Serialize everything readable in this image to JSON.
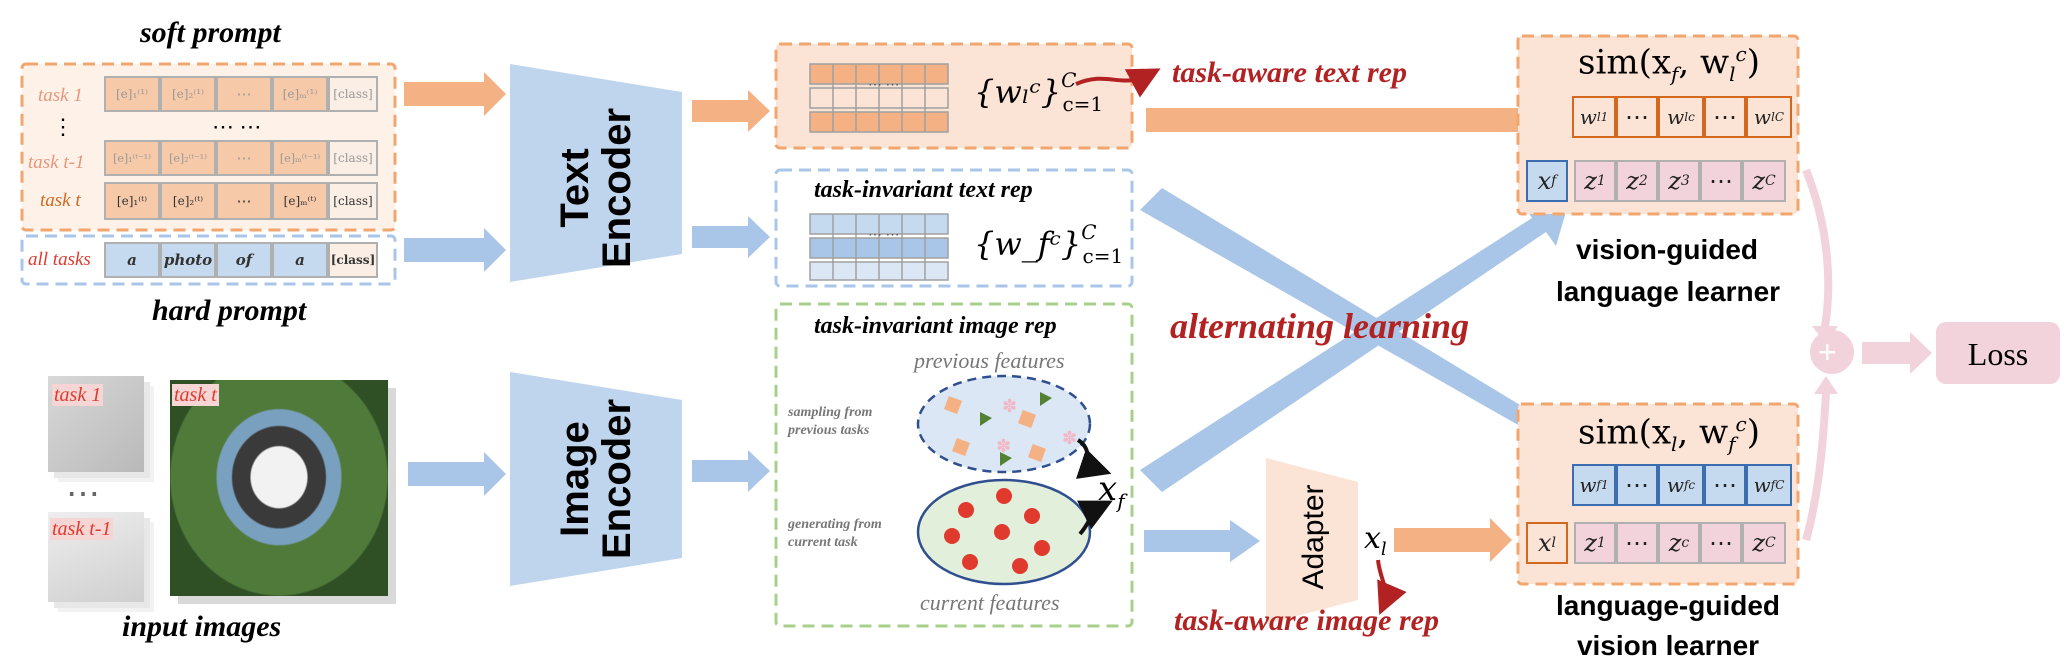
{
  "soft_prompt": {
    "title": "soft prompt",
    "task_labels": [
      "task 1",
      "⋮",
      "task t-1",
      "task t"
    ],
    "dots_row": "⋯ ⋯"
  },
  "hard_prompt": {
    "title": "hard prompt",
    "label": "all tasks",
    "tokens": [
      "a",
      "photo",
      "of",
      "a",
      "[class]"
    ]
  },
  "text_encoder": {
    "label": "Text\nEncoder"
  },
  "image_encoder": {
    "label": "Image\nEncoder"
  },
  "input_images": {
    "title": "input images",
    "tags": [
      "task 1",
      "task t",
      "task t-1"
    ],
    "dots": "⋯"
  },
  "task_aware_text": {
    "math": "{wₗᶜ}",
    "range": "C",
    "sub": "c=1",
    "label": "task-aware text rep"
  },
  "task_invariant_text": {
    "label": "task-invariant text rep",
    "math": "{w_fᶜ}",
    "range": "C",
    "sub": "c=1"
  },
  "task_invariant_image": {
    "label": "task-invariant image rep",
    "previous_features": "previous features",
    "current_features": "current features",
    "sampling": "sampling from\nprevious tasks",
    "generating": "generating from\ncurrent task",
    "xf": "x",
    "xf_sub": "f"
  },
  "alternating": {
    "label": "alternating learning"
  },
  "adapter": {
    "label": "Adapter",
    "xl": "x",
    "xl_sub": "l",
    "rep_label": "task-aware image rep"
  },
  "vision_guided": {
    "sim": "sim(x",
    "sim_sub1": "f",
    "sim_mid": ", w",
    "sim_sub2": "l",
    "sim_sup2": "c",
    "sim_end": ")",
    "label_line1": "vision-guided",
    "label_line2": "language learner"
  },
  "language_guided": {
    "sim": "sim(x",
    "sim_sub1": "l",
    "sim_mid": ", w",
    "sim_sub2": "f",
    "sim_sup2": "c",
    "sim_end": ")",
    "label_line1": "language-guided",
    "label_line2": "vision learner"
  },
  "plus": "+",
  "loss": "Loss",
  "colors": {
    "orange": "#f4b183",
    "orange_dark": "#d2691e",
    "blue": "#a9c6e8",
    "blue_dark": "#3b6db0",
    "pink": "#f2d3dc",
    "red": "#b22222",
    "green": "#70ad47"
  }
}
